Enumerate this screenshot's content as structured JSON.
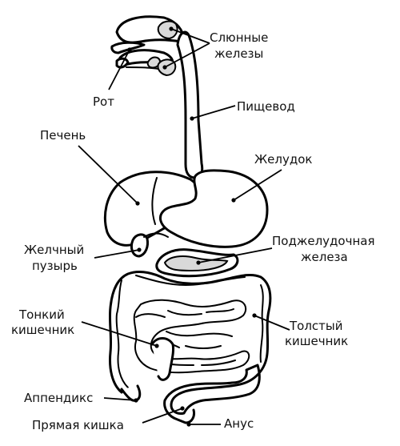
{
  "labels": {
    "salivary_glands": [
      "Слюнные",
      "железы"
    ],
    "mouth": "Рот",
    "esophagus": "Пищевод",
    "liver": "Печень",
    "stomach": "Желудок",
    "gallbladder": [
      "Желчный",
      "пузырь"
    ],
    "pancreas": [
      "Поджелудочная",
      "железа"
    ],
    "small_intestine": [
      "Тонкий",
      "кишечник"
    ],
    "large_intestine": [
      "Толстый",
      "кишечник"
    ],
    "appendix": "Аппендикс",
    "rectum": "Прямая кишка",
    "anus": "Анус"
  },
  "colors": {
    "outline": "#000000",
    "gland_fill": "#d9d9d9",
    "text": "#111111"
  }
}
